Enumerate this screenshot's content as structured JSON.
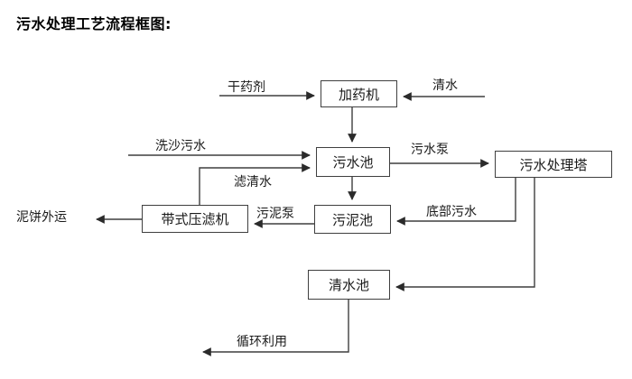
{
  "title": "污水处理工艺流程框图:",
  "nodes": {
    "dosing_machine": "加药机",
    "sewage_pool": "污水池",
    "treatment_tower": "污水处理塔",
    "sludge_pool": "污泥池",
    "belt_filter_press": "带式压滤机",
    "clean_water_pool": "清水池"
  },
  "edge_labels": {
    "dry_chemical": "干药剂",
    "clean_water": "清水",
    "sand_washing_sewage": "洗沙污水",
    "sewage_pump": "污水泵",
    "filtered_water": "滤清水",
    "sludge_pump": "污泥泵",
    "bottom_sewage": "底部污水",
    "mud_cake_outbound": "泥饼外运",
    "recycling": "循环利用"
  },
  "colors": {
    "line": "#3f3f3f",
    "text": "#000000",
    "background": "#ffffff"
  }
}
